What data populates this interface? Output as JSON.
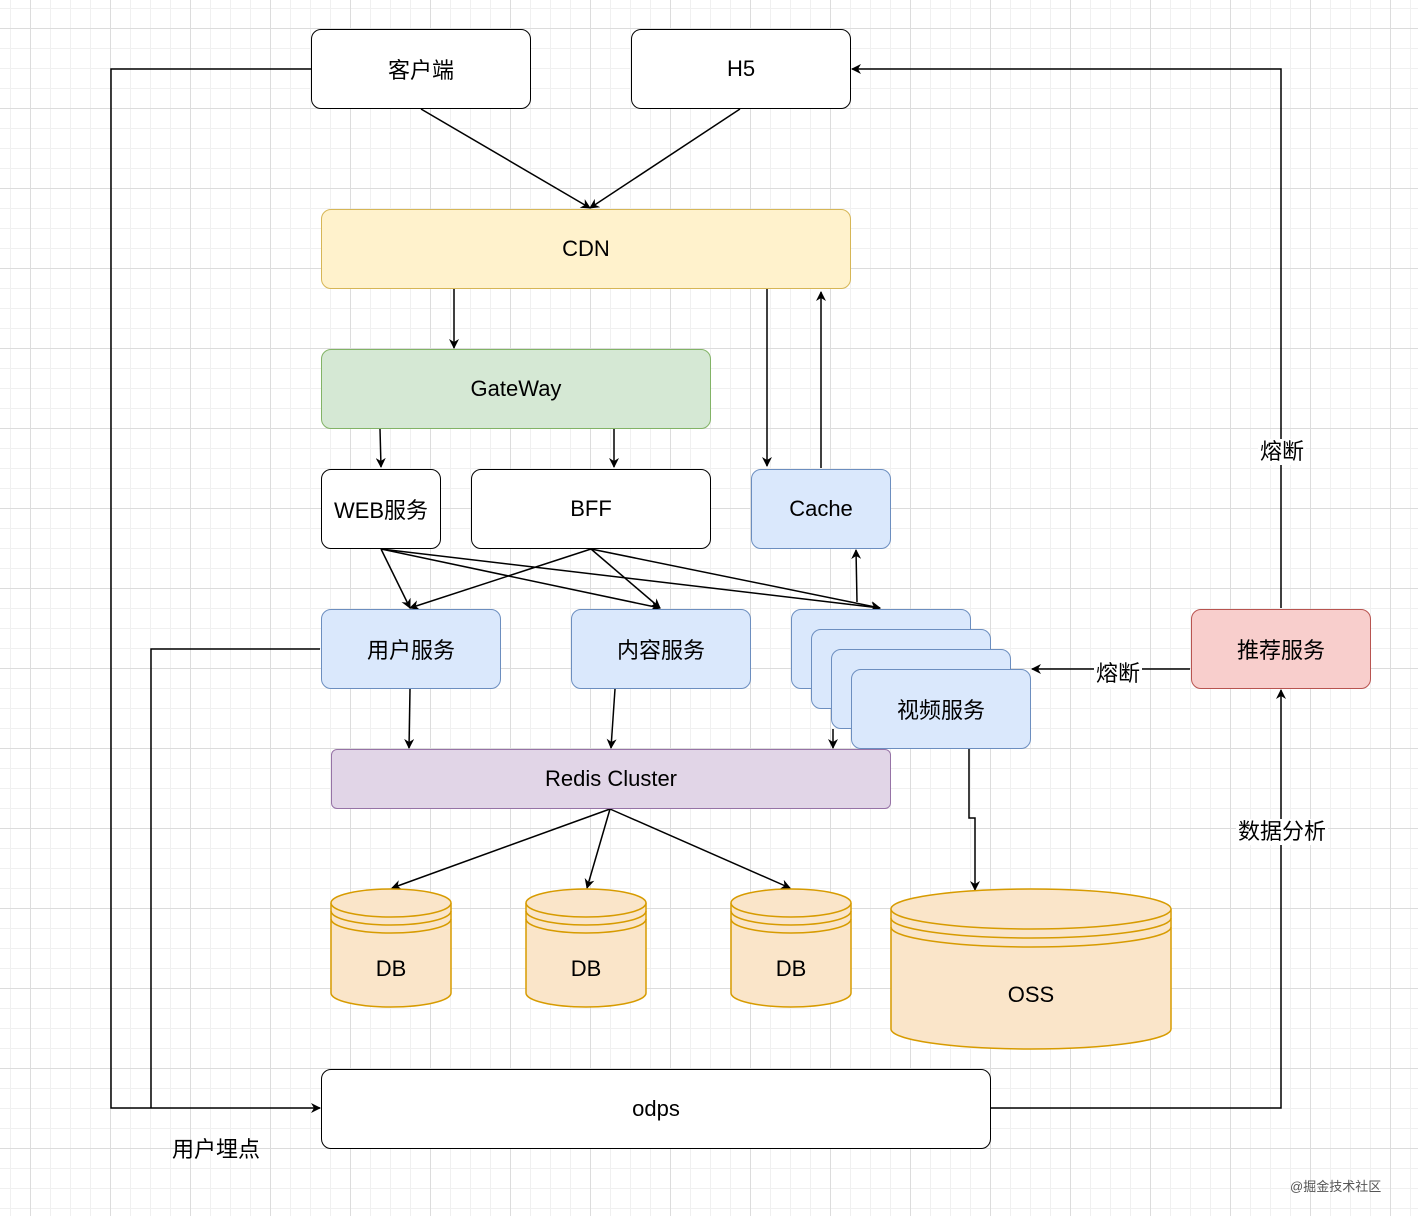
{
  "nodes": {
    "client": "客户端",
    "h5": "H5",
    "cdn": "CDN",
    "gateway": "GateWay",
    "web_service": "WEB服务",
    "bff": "BFF",
    "cache": "Cache",
    "user_service": "用户服务",
    "content_service": "内容服务",
    "video_service": "视频服务",
    "recommend_service": "推荐服务",
    "redis": "Redis Cluster",
    "db1": "DB",
    "db2": "DB",
    "db3": "DB",
    "oss": "OSS",
    "odps": "odps"
  },
  "edge_labels": {
    "fuse_top": "熔断",
    "fuse_video": "熔断",
    "data_analysis": "数据分析",
    "user_tracking": "用户埋点"
  },
  "watermark": "@掘金技术社区",
  "colors": {
    "blue_fill": "#dae8fc",
    "yellow_fill": "#fff2cc",
    "green_fill": "#d5e8d4",
    "purple_fill": "#e1d5e7",
    "red_fill": "#f8cecc",
    "storage_fill": "#fae5c9"
  }
}
